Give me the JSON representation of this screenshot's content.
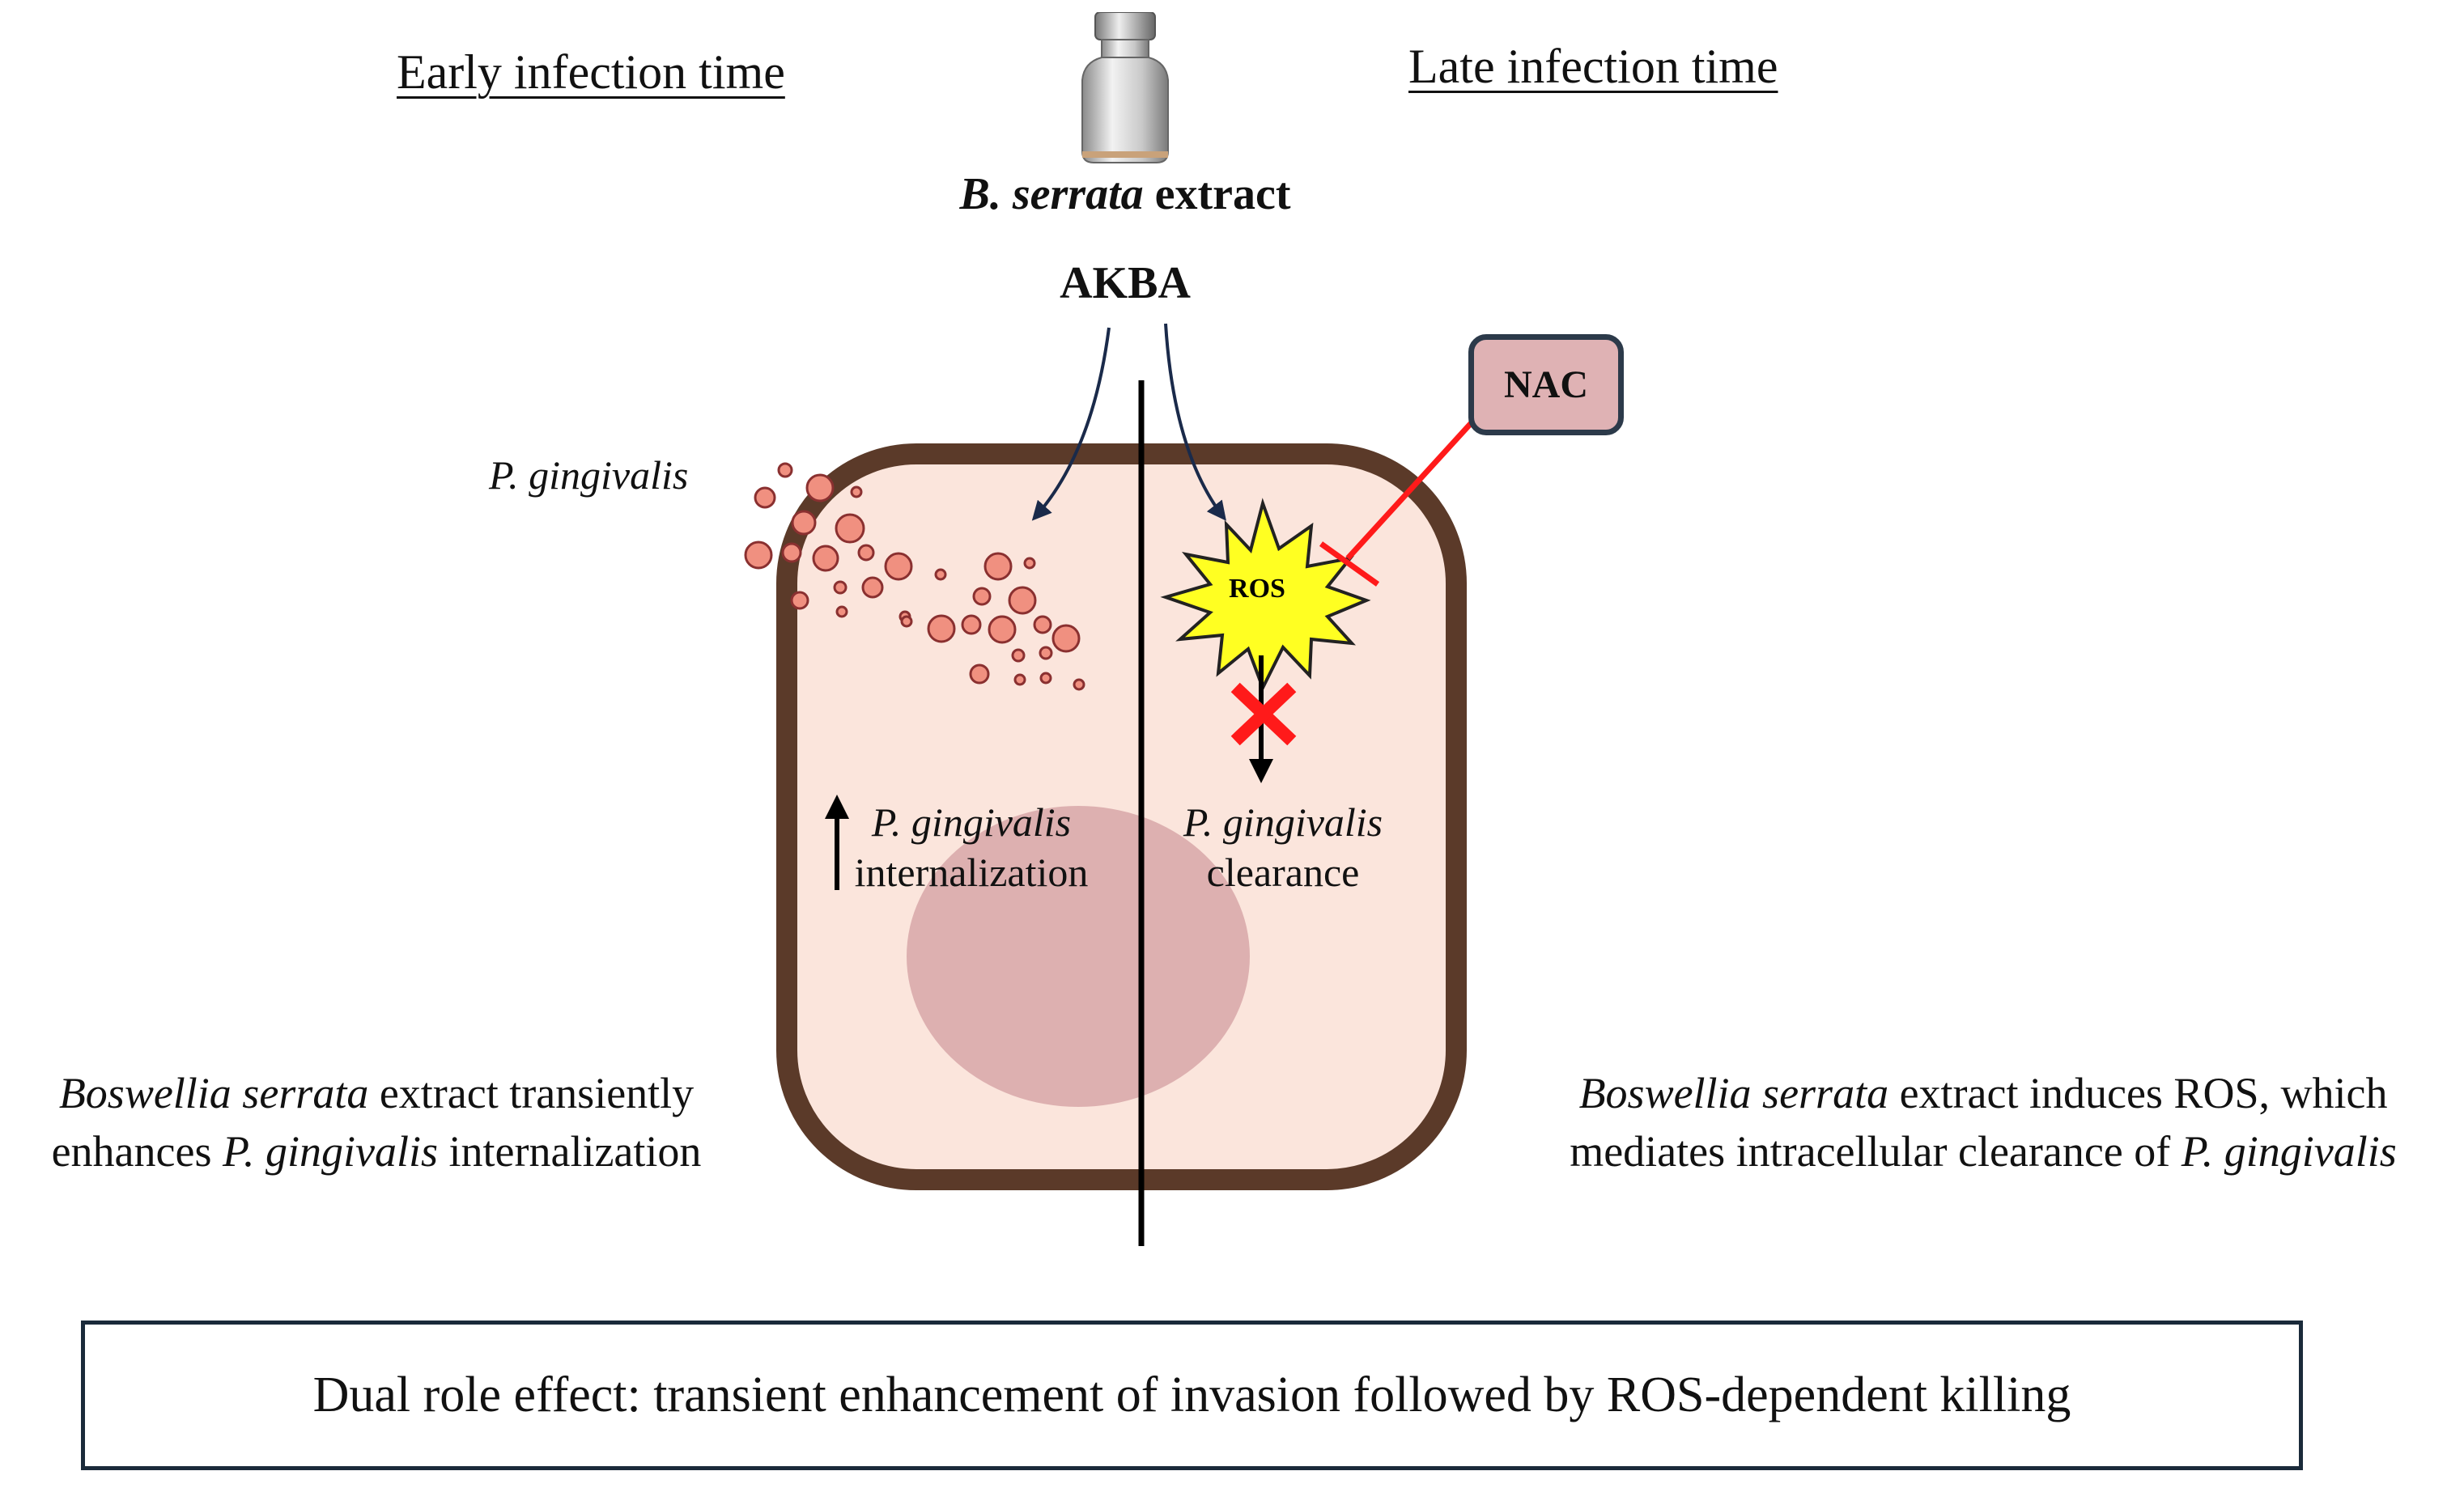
{
  "headings": {
    "early": "Early infection time",
    "late": "Late infection time"
  },
  "treatment": {
    "species_italic": "B. serrata",
    "extract_word": " extract",
    "compound": "AKBA"
  },
  "cell_labels": {
    "pathogen": "P. gingivalis",
    "ros": "ROS",
    "nac": "NAC",
    "internalization_line1": "P. gingivalis",
    "internalization_line2": "internalization",
    "clearance_line1": "P. gingivalis",
    "clearance_line2": "clearance"
  },
  "captions": {
    "left_line1_italic": "Boswellia serrata",
    "left_line1_rest": " extract transiently",
    "left_line2_start": "enhances ",
    "left_line2_italic": "P. gingivalis",
    "left_line2_end": " internalization",
    "right_line1_italic": "Boswellia serrata",
    "right_line1_rest": " extract induces ROS, which",
    "right_line2_start": "mediates intracellular clearance of ",
    "right_line2_italic": "P. gingivalis"
  },
  "summary": "Dual role effect: transient enhancement of invasion followed by ROS-dependent killing",
  "colors": {
    "cell_membrane": "#5b3a29",
    "cytoplasm": "#fbe5dc",
    "nucleus": "#ddb0b0",
    "bacteria": "#f09080",
    "bacteria_outline": "#8a3030",
    "ros_burst": "#ffff22",
    "nac_box": "#dfb2b4",
    "inhibition": "#ff0000",
    "arrow": "#1a2a4a"
  },
  "icons": [
    "vial-icon",
    "ros-burst-icon",
    "blocked-x-icon",
    "up-arrow-icon"
  ]
}
